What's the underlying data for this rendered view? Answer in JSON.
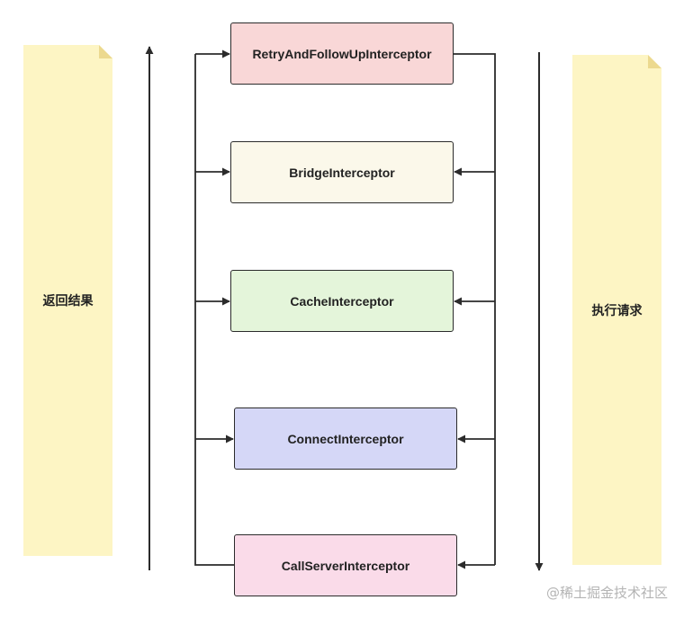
{
  "notes": {
    "left": {
      "label": "返回结果",
      "color": "#fdf5c4",
      "fold_color": "#ecd98f"
    },
    "right": {
      "label": "执行请求",
      "color": "#fdf5c4",
      "fold_color": "#ecd98f"
    }
  },
  "interceptors": [
    {
      "label": "RetryAndFollowUpInterceptor",
      "fill": "#f9d7d7"
    },
    {
      "label": "BridgeInterceptor",
      "fill": "#fbf8ea"
    },
    {
      "label": "CacheInterceptor",
      "fill": "#e4f5da"
    },
    {
      "label": "ConnectInterceptor",
      "fill": "#d5d7f7"
    },
    {
      "label": "CallServerInterceptor",
      "fill": "#fadbe9"
    }
  ],
  "watermark": "@稀土掘金技术社区",
  "colors": {
    "line": "#2b2b2b"
  }
}
